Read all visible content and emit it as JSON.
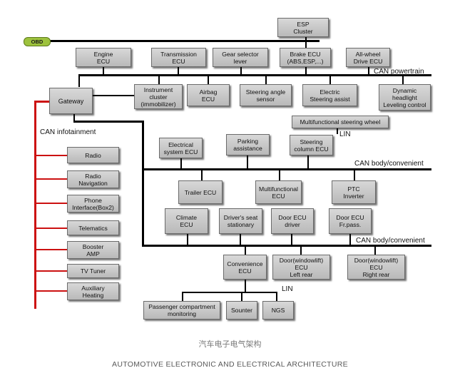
{
  "obd_label": "OBD",
  "buses": {
    "powertrain": "CAN powertrain",
    "infotainment": "CAN infotainment",
    "body1": "CAN body/convenient",
    "body2": "CAN body/convenient",
    "lin1": "LIN",
    "lin2": "LIN"
  },
  "powertrain_top": {
    "esp": "ESP\nCluster",
    "engine": "Engine\nECU",
    "transmission": "Transmission\nECU",
    "gear_selector": "Gear selector\nlever",
    "brake": "Brake ECU\n(ABS,ESP,...)",
    "all_wheel": "All-wheel\nDrive ECU"
  },
  "gateway": "Gateway",
  "powertrain_bottom": {
    "instrument": "Instrument\ncluster\n(immobilizer)",
    "airbag": "Airbag\nECU",
    "steering_angle": "Steering angle\nsensor",
    "electric_steering": "Electric\nSteering assist",
    "headlight": "Dynamic\nheadlight\nLeveling control"
  },
  "infotainment": [
    "Radio",
    "Radio\nNavigation",
    "Phone\nInterface(Box2)",
    "Telematics",
    "Booster\nAMP",
    "TV Tuner",
    "Auxiliary\nHeating"
  ],
  "body1_top": {
    "multifunctional_wheel": "Multifunctional steering wheel",
    "electrical_system": "Electrical\nsystem ECU",
    "parking": "Parking\nassistance",
    "steering_column": "Steering\ncolumn ECU"
  },
  "body1_bottom": {
    "trailer": "Trailer ECU",
    "multifunctional": "Multifunctional\nECU",
    "ptc": "PTC\nInverter"
  },
  "body2_top": {
    "climate": "Climate\nECU",
    "driver_seat": "Driver's seat\nstationary",
    "door_driver": "Door ECU\ndriver",
    "door_frpass": "Door ECU\nFr.pass."
  },
  "body2_bottom": {
    "convenience": "Convenience\nECU",
    "door_left_rear": "Door(windowlift)\nECU\nLeft rear",
    "door_right_rear": "Door(windowlift)\nECU\nRight rear"
  },
  "lin_devices": {
    "passenger": "Passenger compartment\nmonitoring",
    "sounter": "Sounter",
    "ngs": "NGS"
  },
  "captions": {
    "chinese": "汽车电子电气架构",
    "english": "AUTOMOTIVE ELECTRONIC AND ELECTRICAL ARCHITECTURE"
  }
}
